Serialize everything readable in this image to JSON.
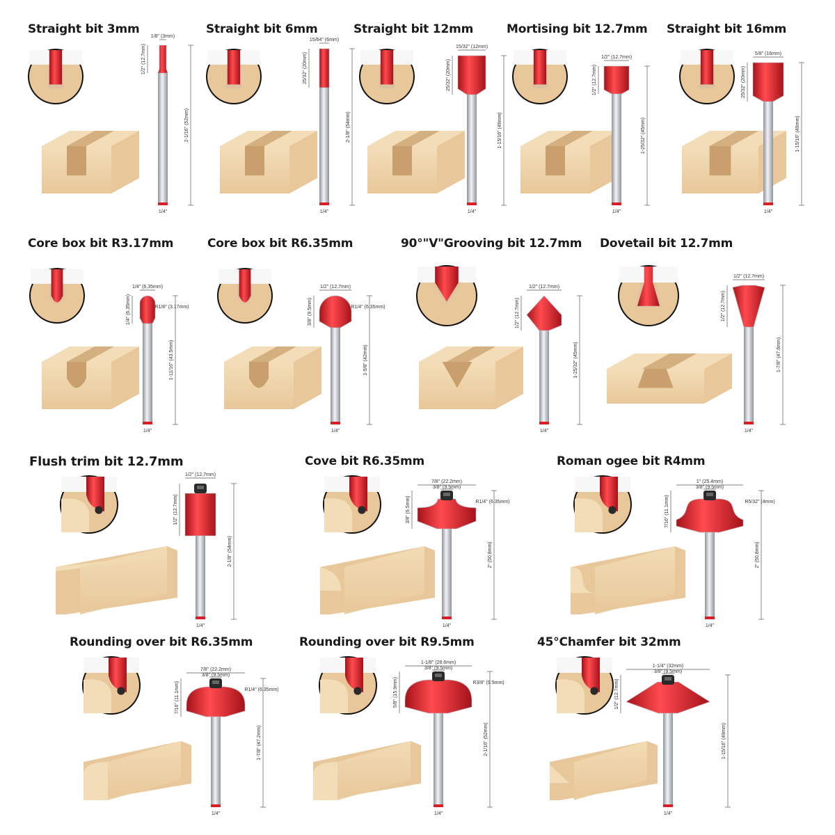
{
  "colors": {
    "bit_red": "#d81f26",
    "bit_red_dark": "#a5121a",
    "shank": "#c9cdd2",
    "shank_dark": "#8e949b",
    "carbide": "#b4b9bf",
    "wood": "#e8c89a",
    "wood_light": "#f3ddb8",
    "wood_dark": "#c9a06d",
    "bearing": "#2a2a2a"
  },
  "bits": [
    {
      "title": "Straight bit 3mm",
      "profile": "straight",
      "size": "narrow",
      "dims": {
        "top": "1/8\" (3mm)",
        "cut": "1/2\" (12.7mm)",
        "total": "2-1/16\" (52mm)",
        "shank": "1/4\""
      }
    },
    {
      "title": "Straight bit 6mm",
      "profile": "straight",
      "size": "narrow2",
      "dims": {
        "top": "15/64\" (6mm)",
        "cut": "25/32\" (20mm)",
        "total": "2-1/8\" (54mm)",
        "shank": "1/4\""
      }
    },
    {
      "title": "Straight bit 12mm",
      "profile": "straight",
      "size": "wide",
      "dims": {
        "top": "15/32\" (12mm)",
        "cut": "25/32\" (20mm)",
        "total": "1-15/16\" (49mm)",
        "shank": "1/4\""
      }
    },
    {
      "title": "Mortising bit 12.7mm",
      "profile": "mortise",
      "size": "wide",
      "dims": {
        "top": "1/2\" (12.7mm)",
        "cut": "1/2\" (12.7mm)",
        "total": "1-25/32\" (45mm)",
        "shank": "1/4\""
      }
    },
    {
      "title": "Straight bit 16mm",
      "profile": "straight",
      "size": "wider",
      "dims": {
        "top": "5/8\" (16mm)",
        "cut": "25/32\" (20mm)",
        "total": "1-15/16\" (49mm)",
        "shank": "1/4\""
      }
    },
    {
      "title": "Core box bit R3.17mm",
      "profile": "corebox_small",
      "size": "narrow",
      "dims": {
        "top": "1/4\" (6.35mm)",
        "radius": "R1/8\" (3.17mm)",
        "cut": "1/4\" (6.35mm)",
        "total": "1-11/16\" (43.5mm)",
        "shank": "1/4\""
      }
    },
    {
      "title": "Core box bit R6.35mm",
      "profile": "corebox",
      "size": "wide",
      "dims": {
        "top": "1/2\" (12.7mm)",
        "radius": "R1/4\" (6.35mm)",
        "cut": "3/8\" (9.5mm)",
        "total": "1-5/8\" (42mm)",
        "shank": "1/4\""
      }
    },
    {
      "title": "90°\"V\"Grooving bit 12.7mm",
      "profile": "vgroove",
      "size": "wide",
      "dims": {
        "top": "1/2\" (12.7mm)",
        "cut": "1/2\" (12.7mm)",
        "total": "1-25/32\" (45mm)",
        "shank": "1/4\""
      }
    },
    {
      "title": "Dovetail bit 12.7mm",
      "profile": "dovetail",
      "size": "wide",
      "dims": {
        "top": "1/2\" (12.7mm)",
        "cut": "1/2\" (12.7mm)",
        "total": "1-7/8\" (47.6mm)",
        "shank": "1/4\""
      }
    },
    {
      "title": "Flush trim bit 12.7mm",
      "profile": "flush",
      "size": "wide",
      "dims": {
        "top": "1/2\" (12.7mm)",
        "cut": "1/2\" (12.7mm)",
        "total": "2-1/8\" (54mm)",
        "shank": "1/4\""
      }
    },
    {
      "title": "Cove bit R6.35mm",
      "profile": "cove",
      "size": "wide",
      "dims": {
        "top": "7/8\" (22.2mm)",
        "top2": "3/8\" (9.5mm)",
        "radius": "R1/4\" (6.35mm)",
        "cut": "3/8\" (9.5mm)",
        "total": "2\" (50.8mm)",
        "shank": "1/4\""
      }
    },
    {
      "title": "Roman ogee bit  R4mm",
      "profile": "ogee",
      "size": "wide",
      "dims": {
        "top": "1\" (25.4mm)",
        "top2": "3/8\" (9.5mm)",
        "radius": "R5/32\" (4mm)",
        "cut": "7/16\" (11.1mm)",
        "total": "2\" (50.8mm)",
        "shank": "1/4\""
      }
    },
    {
      "title": "Rounding over bit R6.35mm",
      "profile": "roundover",
      "size": "wide",
      "dims": {
        "top": "7/8\" (22.2mm)",
        "top2": "3/8\" (9.5mm)",
        "radius": "R1/4\" (6.35mm)",
        "cut": "7/16\" (11.1mm)",
        "total": "1-7/8\" (47.2mm)",
        "shank": "1/4\""
      }
    },
    {
      "title": "Rounding over bit R9.5mm",
      "profile": "roundover",
      "size": "wider",
      "dims": {
        "top": "1-1/8\" (28.6mm)",
        "top2": "3/8\" (9.5mm)",
        "radius": "R3/8\" (9.5mm)",
        "cut": "5/8\" (15.9mm)",
        "total": "2-1/16\" (52mm)",
        "shank": "1/4\""
      }
    },
    {
      "title": "45°Chamfer bit  32mm",
      "profile": "chamfer",
      "size": "wider",
      "dims": {
        "top": "1-1/4\" (32mm)",
        "top2": "3/8\" (9.5mm)",
        "cut": "1/2\" (12.7mm)",
        "total": "1-15/16\" (49mm)",
        "shank": "1/4\""
      }
    }
  ]
}
